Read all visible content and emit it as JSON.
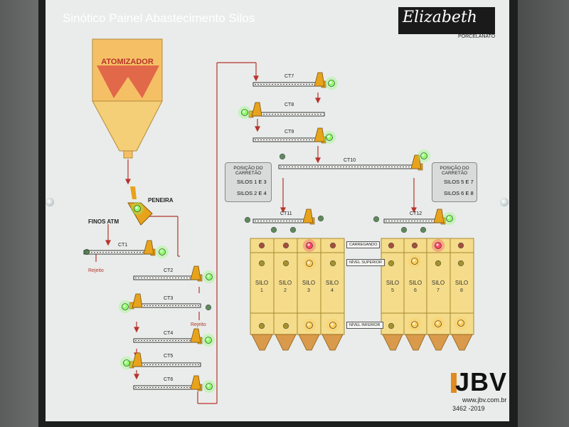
{
  "header": {
    "title": "Sinótico Painel Abastecimento Silos"
  },
  "brand": {
    "logo": "Elizabeth",
    "logo_sub": "PORCELANATO"
  },
  "maker": {
    "name": "JBV",
    "url": "www.jbv.com.br",
    "phone": "3462 -2019"
  },
  "atomizer": {
    "label": "ATOMIZADOR"
  },
  "sieve": {
    "label": "PENEIRA",
    "fines_label": "FINOS ATM"
  },
  "conveyors_left": [
    {
      "id": "CT1"
    },
    {
      "id": "CT2"
    },
    {
      "id": "CT3"
    },
    {
      "id": "CT4"
    },
    {
      "id": "CT5"
    },
    {
      "id": "CT6"
    }
  ],
  "conveyors_right": [
    {
      "id": "CT7"
    },
    {
      "id": "CT8"
    },
    {
      "id": "CT9"
    },
    {
      "id": "CT10"
    },
    {
      "id": "CT11"
    },
    {
      "id": "CT12"
    }
  ],
  "rejects": {
    "label1": "Rejeito",
    "label2": "Rejeito"
  },
  "carriage_left": {
    "title": "POSIÇÃO DO CARRETÃO",
    "line1": "SILOS 1 E 3",
    "line2": "SILOS 2 E 4"
  },
  "carriage_right": {
    "title": "POSIÇÃO DO CARRETÃO",
    "line1": "SILOS 5 E 7",
    "line2": "SILOS 6 E 8"
  },
  "legends": {
    "loading": "CARREGANDO",
    "upper_level": "NÍVEL SUPERIOR",
    "lower_level": "NÍVEL INFERIOR"
  },
  "silos": [
    {
      "label": "SILO",
      "number": "1"
    },
    {
      "label": "SILO",
      "number": "2"
    },
    {
      "label": "SILO",
      "number": "3"
    },
    {
      "label": "SILO",
      "number": "4"
    },
    {
      "label": "SILO",
      "number": "5"
    },
    {
      "label": "SILO",
      "number": "6"
    },
    {
      "label": "SILO",
      "number": "7"
    },
    {
      "label": "SILO",
      "number": "8"
    }
  ],
  "colors": {
    "conveyor_orange": "#e8a31c",
    "atomizer_fill": "#f5c065",
    "flow_line": "#b6342c",
    "led_green_on": "#8cff6a",
    "led_red_on": "#ff4466",
    "led_amber_on": "#ffcc55"
  }
}
